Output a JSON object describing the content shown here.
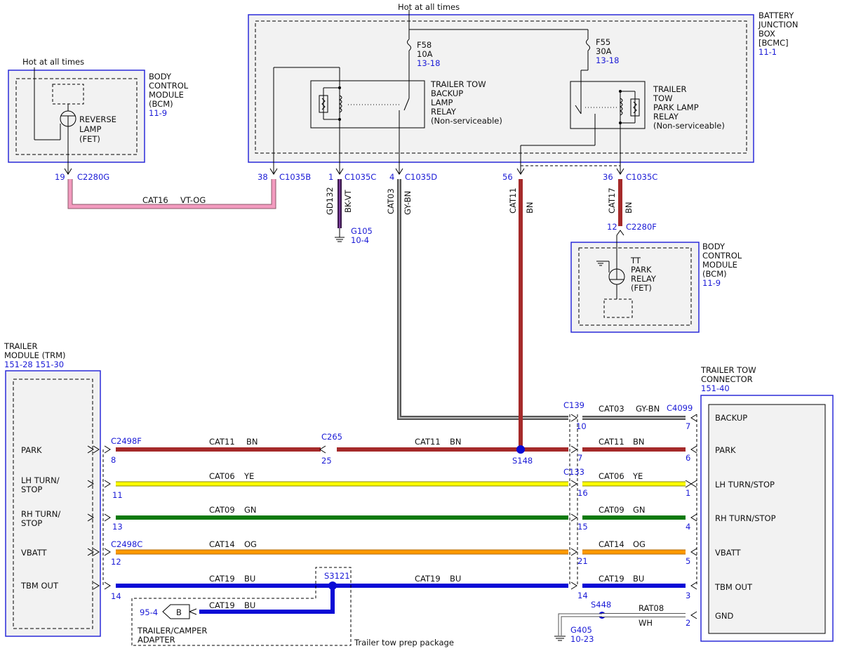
{
  "hot_top": "Hot at all times",
  "hot_left": "Hot at all times",
  "bcm_top": {
    "lines": [
      "BODY",
      "CONTROL",
      "MODULE",
      "(BCM)"
    ],
    "ref": "11-9",
    "device": [
      "REVERSE",
      "LAMP",
      "(FET)"
    ]
  },
  "bjb": {
    "lines": [
      "BATTERY",
      "JUNCTION",
      "BOX",
      "[BCMC]"
    ],
    "ref": "11-1"
  },
  "f58": {
    "name": "F58",
    "rating": "10A",
    "ref": "13-18"
  },
  "f55": {
    "name": "F55",
    "rating": "30A",
    "ref": "13-18"
  },
  "relay_backup": [
    "TRAILER TOW",
    "BACKUP",
    "LAMP",
    "RELAY",
    "(Non-serviceable)"
  ],
  "relay_park": [
    "TRAILER",
    "TOW",
    "PARK LAMP",
    "RELAY",
    "(Non-serviceable)"
  ],
  "conn_top": {
    "c2280g": {
      "pin": "19",
      "name": "C2280G"
    },
    "c1035b": {
      "pin": "38",
      "name": "C1035B"
    },
    "c1035c_1": {
      "pin": "1",
      "name": "C1035C"
    },
    "c1035d": {
      "pin": "4",
      "name": "C1035D"
    },
    "pin56": {
      "pin": "56"
    },
    "c1035c_36": {
      "pin": "36",
      "name": "C1035C"
    },
    "c2280f": {
      "pin": "12",
      "name": "C2280F"
    }
  },
  "wire_cat16": {
    "circuit": "CAT16",
    "color": "VT-OG"
  },
  "wire_gd132": {
    "circuit": "GD132",
    "color": "BK-VT"
  },
  "g105": {
    "name": "G105",
    "ref": "10-4"
  },
  "wire_cat03_v": {
    "circuit": "CAT03",
    "color": "GY-BN"
  },
  "wire_cat11_v": {
    "circuit": "CAT11",
    "color": "BN"
  },
  "wire_cat17_v": {
    "circuit": "CAT17",
    "color": "BN"
  },
  "bcm_right": {
    "lines": [
      "BODY",
      "CONTROL",
      "MODULE",
      "(BCM)"
    ],
    "ref": "11-9",
    "device": [
      "TT",
      "PARK",
      "RELAY",
      "(FET)"
    ]
  },
  "trm": {
    "lines": [
      "TRAILER",
      "MODULE (TRM)"
    ],
    "ref": "151-28  151-30",
    "pins": [
      "PARK",
      "LH TURN/",
      "STOP",
      "RH TURN/",
      "STOP",
      "VBATT",
      "TBM OUT"
    ]
  },
  "ttc": {
    "lines": [
      "TRAILER TOW",
      "CONNECTOR"
    ],
    "ref": "151-40",
    "pins": [
      "BACKUP",
      "PARK",
      "LH TURN/STOP",
      "RH TURN/STOP",
      "VBATT",
      "TBM OUT",
      "GND"
    ]
  },
  "harness": {
    "c2498f": "C2498F",
    "c2498c": "C2498C",
    "c265": "C265",
    "c139": "C139",
    "c133": "C133",
    "c4099": "C4099",
    "s148": "S148",
    "s3121": "S3121",
    "s448": "S448",
    "pins_left": [
      "8",
      "11",
      "13",
      "12",
      "14"
    ],
    "pin_c265": "25",
    "pins_c139": [
      "10",
      "7",
      "16",
      "15",
      "21",
      "14"
    ],
    "pins_right": [
      "7",
      "6",
      "1",
      "4",
      "5",
      "3",
      "2"
    ]
  },
  "wires_h": [
    {
      "circuit": "CAT11",
      "color": "BN"
    },
    {
      "circuit": "CAT11",
      "color": "BN"
    },
    {
      "circuit": "CAT06",
      "color": "YE"
    },
    {
      "circuit": "CAT09",
      "color": "GN"
    },
    {
      "circuit": "CAT14",
      "color": "OG"
    },
    {
      "circuit": "CAT19",
      "color": "BU"
    },
    {
      "circuit": "CAT19",
      "color": "BU"
    }
  ],
  "wires_h_right": [
    {
      "circuit": "CAT03",
      "color": "GY-BN"
    },
    {
      "circuit": "CAT11",
      "color": "BN"
    },
    {
      "circuit": "CAT06",
      "color": "YE"
    },
    {
      "circuit": "CAT09",
      "color": "GN"
    },
    {
      "circuit": "CAT14",
      "color": "OG"
    },
    {
      "circuit": "CAT19",
      "color": "BU"
    }
  ],
  "adapter": {
    "ref": "95-4",
    "tag": "B",
    "wire_circuit": "CAT19",
    "wire_color": "BU",
    "lines": [
      "TRAILER/CAMPER",
      "ADAPTER"
    ]
  },
  "prep": "Trailer tow prep package",
  "gnd": {
    "circuit": "RAT08",
    "color": "WH",
    "g405": "G405",
    "ref": "10-23"
  },
  "colors": {
    "blue_label": "#1a1ad6",
    "BN": "#a52a2a",
    "YE": "#ffff00",
    "GN": "#0d7a0d",
    "OG": "#ff9a00",
    "BU": "#0a0ad6",
    "VT-OG": "#f39bbf",
    "GY-BN": "#8b8b8b"
  }
}
